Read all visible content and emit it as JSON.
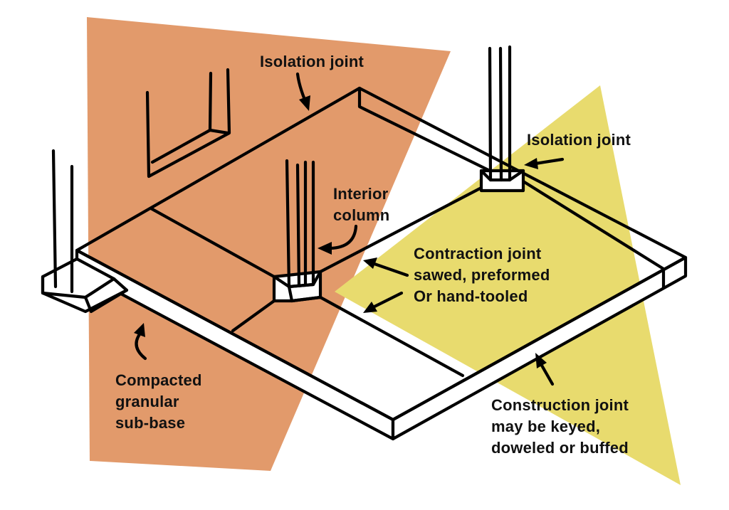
{
  "colors": {
    "orange_region": "#E29A6B",
    "yellow_region": "#E8DB6E",
    "line": "#000000",
    "text": "#111111",
    "background": "#FFFFFF"
  },
  "labels": {
    "isolation_joint_top": "Isolation joint",
    "isolation_joint_right": "Isolation joint",
    "interior_column": [
      "Interior",
      "column"
    ],
    "contraction_joint": [
      "Contraction joint",
      "sawed, preformed",
      "Or hand-tooled"
    ],
    "compacted_subbase": [
      "Compacted",
      "granular",
      "sub-base"
    ],
    "construction_joint": [
      "Construction joint",
      "may be keyed,",
      "doweled or buffed"
    ]
  }
}
